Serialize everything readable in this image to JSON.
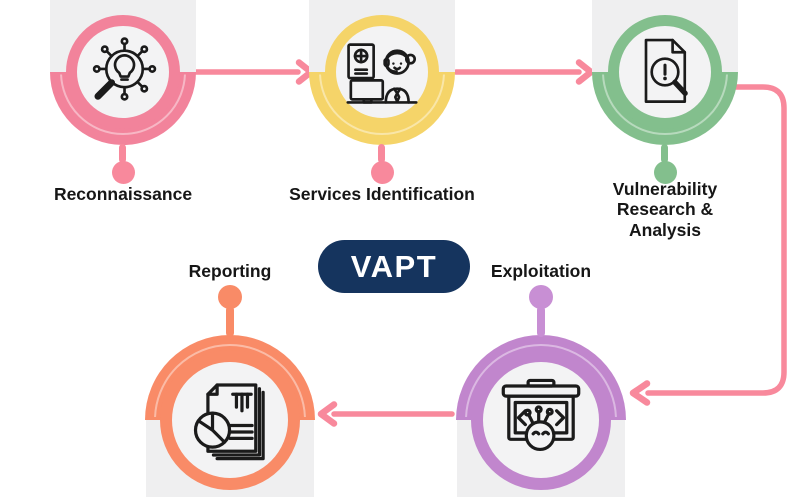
{
  "background": "#FFFFFF",
  "backdrop_color": "#EFEFF0",
  "inner_circle_color": "#F3F3F4",
  "label_color": "#161616",
  "connector_color": "#F8899C",
  "center_badge": {
    "label": "VAPT",
    "bg": "#15345E",
    "text_color": "#FFFFFF"
  },
  "nodes": [
    {
      "id": "reconnaissance",
      "label": "Reconnaissance",
      "color": "#F2839B",
      "stem_color": "#F8899C",
      "icon": "magnifier-lightbulb-network-icon"
    },
    {
      "id": "services-identification",
      "label": "Services Identification",
      "color": "#F5D469",
      "stem_color": "#F8899C",
      "icon": "support-agent-desk-icon"
    },
    {
      "id": "vulnerability-research-analysis",
      "label": "Vulnerability\nResearch &\nAnalysis",
      "color": "#83BF8D",
      "stem_color": "#83BF8D",
      "icon": "document-magnifier-alert-icon"
    },
    {
      "id": "exploitation",
      "label": "Exploitation",
      "color": "#C186CD",
      "stem_color": "#C88FD4",
      "icon": "presentation-bug-code-icon"
    },
    {
      "id": "reporting",
      "label": "Reporting",
      "color": "#F98B67",
      "stem_color": "#F98B67",
      "icon": "report-documents-charts-icon"
    }
  ],
  "connections": [
    {
      "from": "Reconnaissance",
      "to": "Services Identification"
    },
    {
      "from": "Services Identification",
      "to": "Vulnerability Research & Analysis"
    },
    {
      "from": "Vulnerability Research & Analysis",
      "to": "Exploitation"
    },
    {
      "from": "Exploitation",
      "to": "Reporting"
    }
  ]
}
